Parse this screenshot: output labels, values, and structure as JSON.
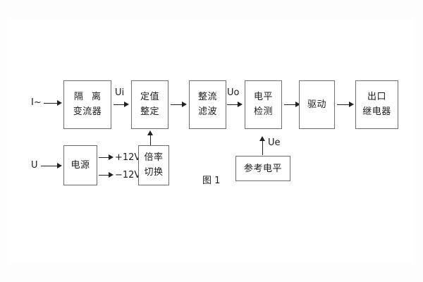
{
  "diagram": {
    "caption": "图 1",
    "blocks": [
      {
        "id": "isolation-transformer",
        "lines": [
          "隔 离",
          "变流器"
        ]
      },
      {
        "id": "setting-value",
        "lines": [
          "定值",
          "整定"
        ]
      },
      {
        "id": "rectifier-filter",
        "lines": [
          "整流",
          "滤波"
        ]
      },
      {
        "id": "level-detect",
        "lines": [
          "电平",
          "检测"
        ]
      },
      {
        "id": "driver",
        "lines": [
          "驱动"
        ]
      },
      {
        "id": "output-relay",
        "lines": [
          "出口",
          "继电器"
        ]
      },
      {
        "id": "power-supply",
        "lines": [
          "电源"
        ]
      },
      {
        "id": "multiplier-switch",
        "lines": [
          "倍率",
          "切换"
        ]
      },
      {
        "id": "reference-level",
        "lines": [
          "参考电平"
        ]
      }
    ],
    "signals": {
      "current_input": "I~",
      "voltage_input": "U",
      "ui": "Ui",
      "uo": "Uo",
      "ue": "Ue",
      "rail_positive": "+12V",
      "rail_negative": "−12V"
    },
    "colors": {
      "box_border": "#6e6e6e",
      "line": "#222222",
      "text": "#1c1c1c",
      "background": "#ffffff"
    }
  }
}
